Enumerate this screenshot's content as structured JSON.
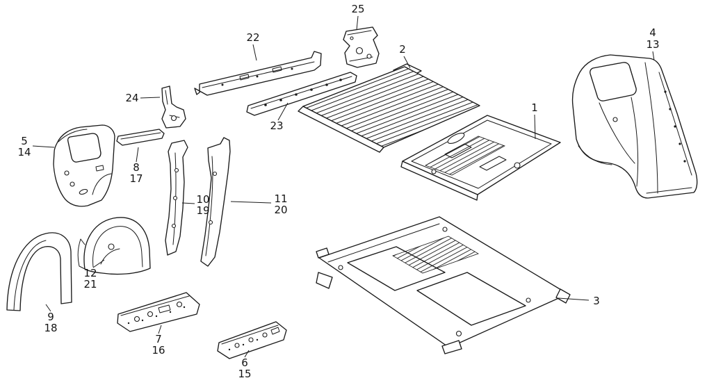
{
  "diagram": {
    "background": "#ffffff",
    "line_color": "#1a1a1a",
    "label_color": "#141414",
    "type": "exploded-parts-diagram",
    "callouts": [
      {
        "part": "rear-panel-bracket",
        "labels": [
          "25"
        ]
      },
      {
        "part": "roof-side-rail",
        "labels": [
          "22"
        ]
      },
      {
        "part": "roof-side-rail-stiffener",
        "labels": [
          "23"
        ]
      },
      {
        "part": "front-floor-panel",
        "labels": [
          "2"
        ]
      },
      {
        "part": "rear-floor-panel",
        "labels": [
          "1"
        ]
      },
      {
        "part": "right-rear-quarter-panel",
        "labels": [
          "4",
          "13"
        ]
      },
      {
        "part": "pillar-bracket",
        "labels": [
          "24"
        ]
      },
      {
        "part": "left-rear-quarter-panel",
        "labels": [
          "5",
          "14"
        ]
      },
      {
        "part": "roof-side-strip",
        "labels": [
          "8",
          "17"
        ]
      },
      {
        "part": "center-pillar",
        "labels": [
          "10",
          "19"
        ]
      },
      {
        "part": "front-pillar-lower",
        "labels": [
          "11",
          "20"
        ]
      },
      {
        "part": "rear-wheel-housing",
        "labels": [
          "12",
          "21"
        ]
      },
      {
        "part": "rear-wheel-arch",
        "labels": [
          "9",
          "18"
        ]
      },
      {
        "part": "rear-frame",
        "labels": [
          "3"
        ]
      },
      {
        "part": "side-sill-inner",
        "labels": [
          "7",
          "16"
        ]
      },
      {
        "part": "side-sill-outer",
        "labels": [
          "6",
          "15"
        ]
      }
    ]
  }
}
